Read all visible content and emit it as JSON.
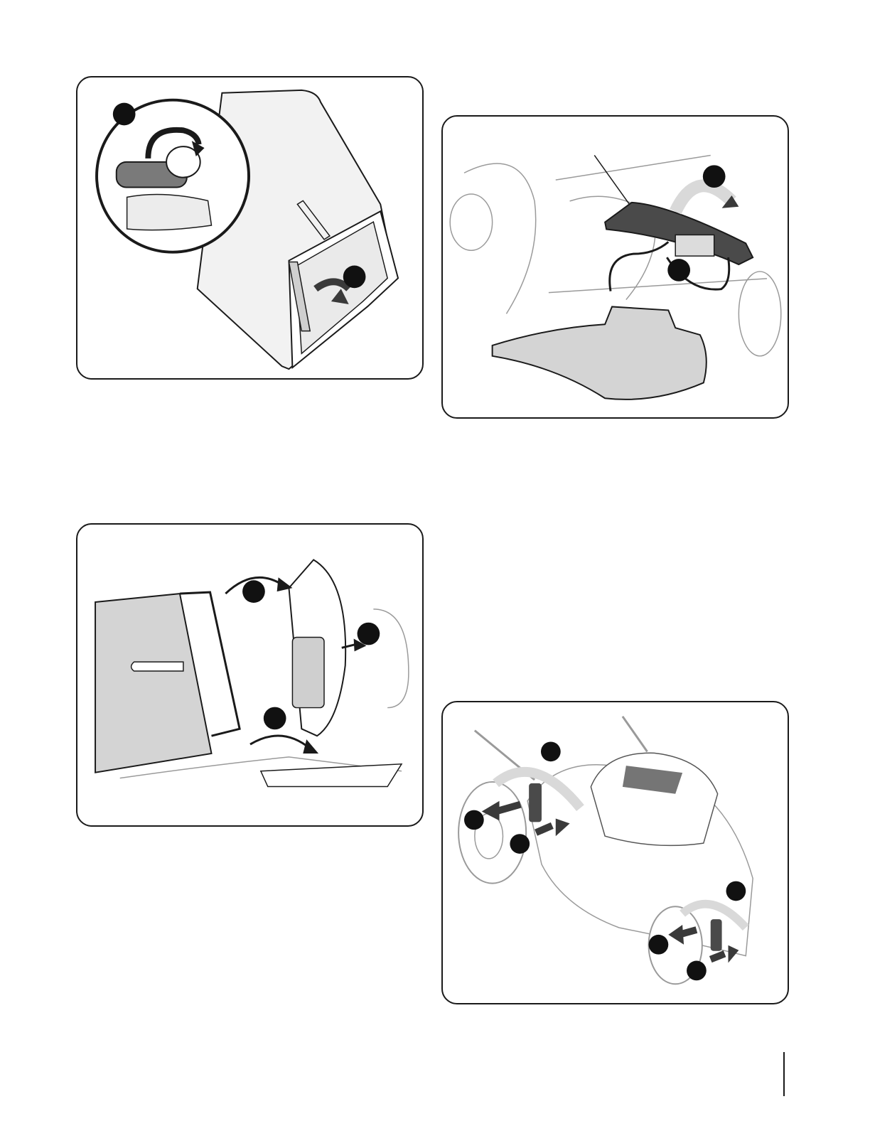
{
  "figures": [
    {
      "id": "fig1",
      "subject": "grass-bag-frame",
      "callouts": 2
    },
    {
      "id": "fig2",
      "subject": "rear-discharge-door-and-mulch-plug",
      "callouts": 2
    },
    {
      "id": "fig3",
      "subject": "grass-bag-attachment",
      "callouts": 3
    },
    {
      "id": "fig4",
      "subject": "wheel-height-adjustment",
      "callouts": 6
    }
  ],
  "colors": {
    "line": "#1a1a1a",
    "callout_fill": "#111111",
    "arrow_dark": "#3a3a3a",
    "arrow_light": "#d9d9d9",
    "bag_fill": "#d4d4d4",
    "faint_line": "#9a9a9a"
  }
}
